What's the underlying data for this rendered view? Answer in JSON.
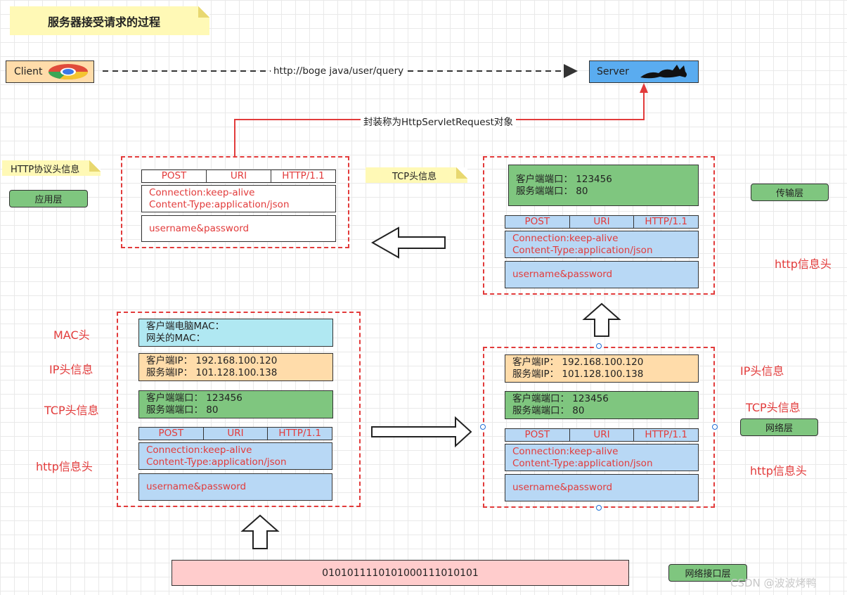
{
  "title": "服务器接受请求的过程",
  "client": {
    "label": "Client"
  },
  "server": {
    "label": "Server"
  },
  "request_url": "http://boge  java/user/query",
  "wrap_label": "封装称为HttpServletRequest对象",
  "notes": {
    "http_header": "HTTP协议头信息",
    "tcp_header": "TCP头信息"
  },
  "layers": {
    "application": "应用层",
    "transport": "传输层",
    "network": "网络层",
    "link": "网络接口层"
  },
  "http": {
    "method": "POST",
    "uri": "URI",
    "version": "HTTP/1.1",
    "headers": [
      "Connection:keep-alive",
      "Content-Type:application/json"
    ],
    "body": "username&password"
  },
  "tcp": {
    "client_port": "客户端端口：  123456",
    "server_port": "服务端端口：  80"
  },
  "ip": {
    "client_ip": "客户端IP：  192.168.100.120",
    "server_ip": "服务端IP：  101.128.100.138"
  },
  "mac": {
    "client_mac": "客户端电脑MAC：",
    "gateway_mac": "网关的MAC："
  },
  "labels": {
    "mac": "MAC头",
    "ip": "IP头信息",
    "tcp": "TCP头信息",
    "http": "http信息头"
  },
  "binary": "0101011110101000111010101",
  "watermark": "CSDN @波波烤鸭"
}
